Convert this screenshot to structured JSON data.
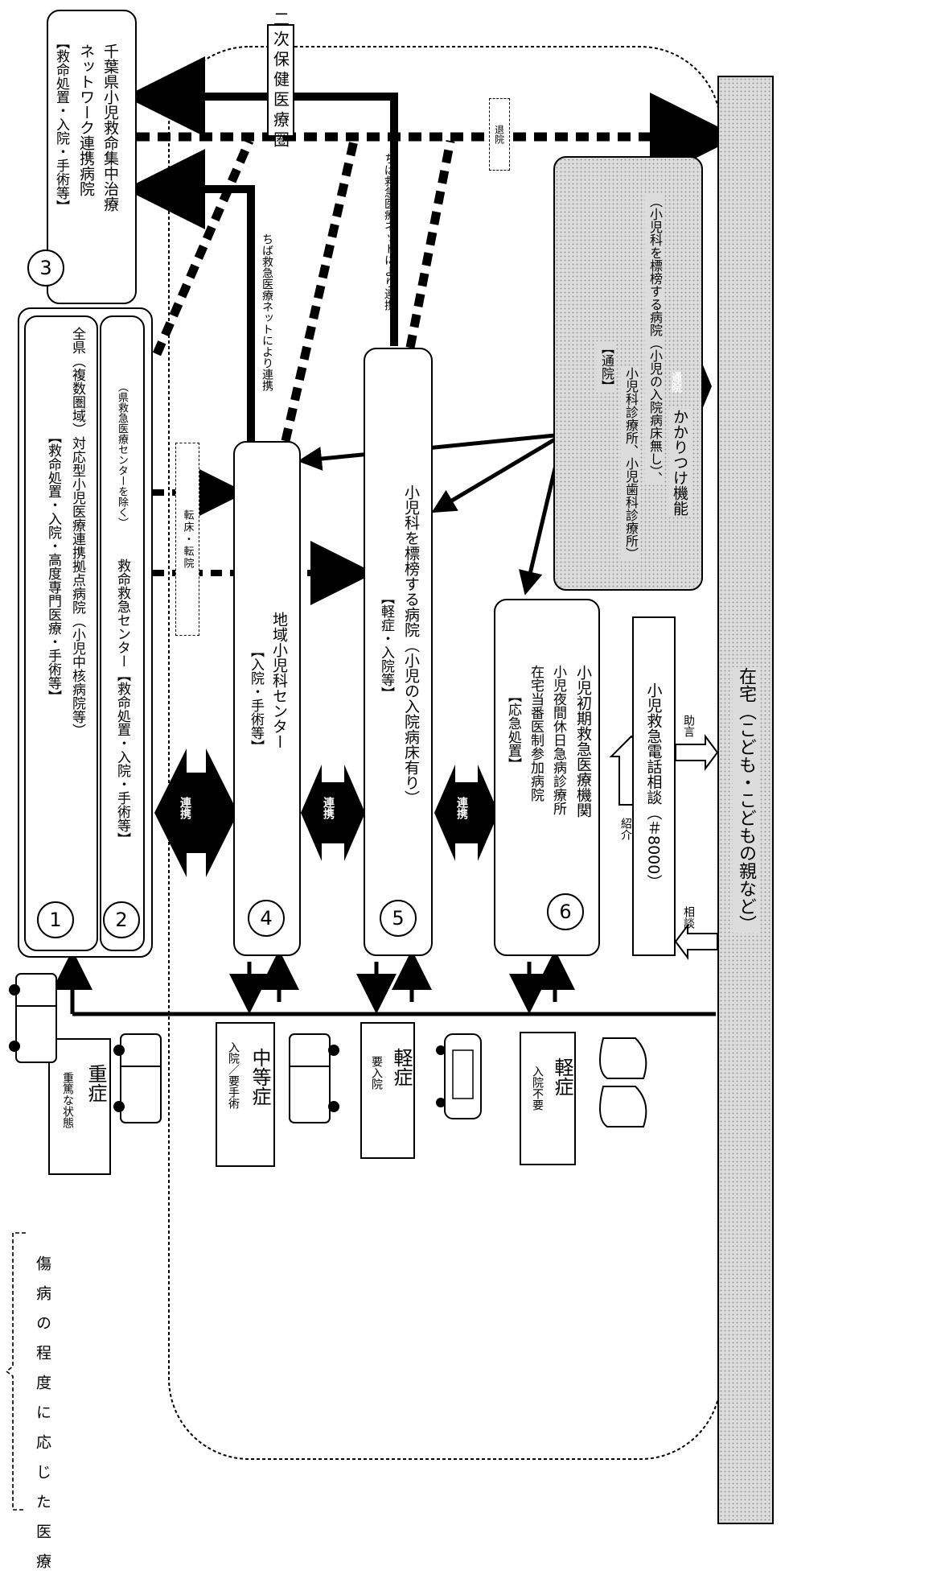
{
  "secondary_area": {
    "label": "二次保健医療圏"
  },
  "severity_axis": {
    "label": "傷病の程度に応じた医療"
  },
  "severity_levels": [
    {
      "title": "重症",
      "sub": "重篤な状態"
    },
    {
      "title": "中等症",
      "sub": "入院／要手術"
    },
    {
      "title": "軽症",
      "sub": "要入院"
    },
    {
      "title": "軽症",
      "sub": "入院不要"
    }
  ],
  "facilities": [
    {
      "number": "1",
      "line1": "全県（複数圏域）対応型小児医療連携拠点病院（小児中核病院等）",
      "line2": "【救命処置・入院・高度専門医療・手術等】"
    },
    {
      "number": "2",
      "line1": "救命救急センター【救命処置・入院・手術等】",
      "note": "（県救急医療センターを除く）"
    },
    {
      "number": "3",
      "line1": "千葉県小児救命集中治療",
      "line2": "ネットワーク連携病院",
      "line3": "【救命処置・入院・手術等】"
    },
    {
      "number": "4",
      "line1": "地域小児科センター",
      "line2": "【入院・手術等】"
    },
    {
      "number": "5",
      "line1": "小児科を標榜する病院（小児の入院病床有り）",
      "line2": "【軽症・入院等】"
    },
    {
      "number": "6",
      "line1": "小児初期救急医療機関",
      "line2": "小児夜間休日急病診療所",
      "line3": "在宅当番医制参加病院",
      "line4": "【応急処置】"
    }
  ],
  "kakaritsuke": {
    "title": "かかりつけ機能",
    "line1": "（小児科を標榜する病院（小児の入院病床無し）、",
    "line2": "小児科診療所、小児歯科診療所）",
    "line3": "【通院】"
  },
  "phone": {
    "label": "小児救急電話相談（＃8000）"
  },
  "home": {
    "label": "在宅（こども・こどもの親など）"
  },
  "labels": {
    "renkei": "連携",
    "tenso": "転床・転院",
    "chiba_net": "ちば救急医療ネットにより連携",
    "taiin": "退院",
    "tsuin": "通院",
    "shokai": "紹介",
    "sodan": "相談",
    "jogen": "助言"
  }
}
